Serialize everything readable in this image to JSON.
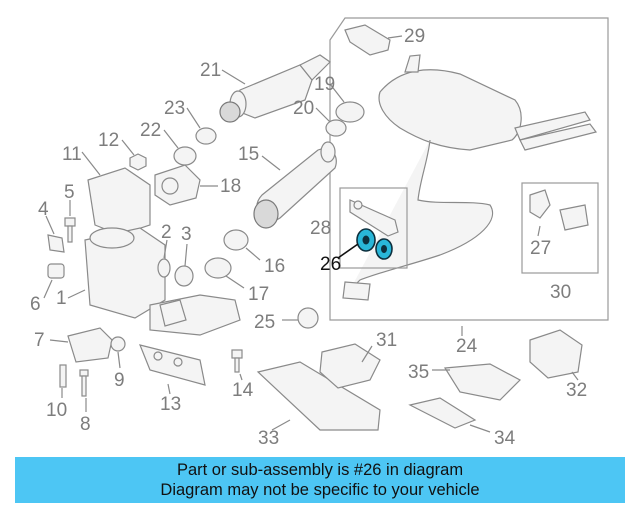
{
  "callouts": {
    "n1": "1",
    "n2": "2",
    "n3": "3",
    "n4": "4",
    "n5": "5",
    "n6": "6",
    "n7": "7",
    "n8": "8",
    "n9": "9",
    "n10": "10",
    "n11": "11",
    "n12": "12",
    "n13": "13",
    "n14": "14",
    "n15": "15",
    "n16": "16",
    "n17": "17",
    "n18": "18",
    "n19": "19",
    "n20": "20",
    "n21": "21",
    "n22": "22",
    "n23": "23",
    "n24": "24",
    "n25": "25",
    "n26": "26",
    "n27": "27",
    "n28": "28",
    "n29": "29",
    "n30": "30",
    "n31": "31",
    "n32": "32",
    "n33": "33",
    "n34": "34",
    "n35": "35"
  },
  "highlighted_part": "26",
  "colors": {
    "highlight": "#29b6d8",
    "banner": "#4dc6f4"
  },
  "banner": {
    "line1": "Part or sub-assembly is #26 in diagram",
    "line2": "Diagram may not be specific to your vehicle"
  }
}
